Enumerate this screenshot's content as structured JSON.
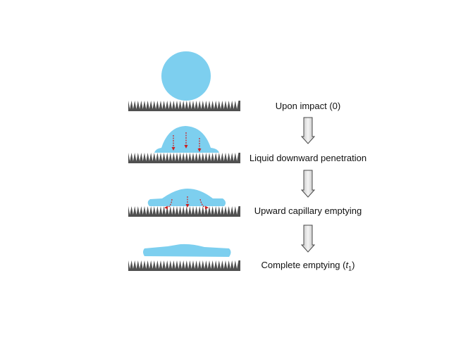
{
  "colors": {
    "liquid": "#7dcfef",
    "substrate": "#505050",
    "flow_arrow": "#cc1f1f",
    "process_arrow_fill": "#d9d9d9",
    "process_arrow_stroke": "#4a4a4a"
  },
  "stages": [
    {
      "label": "Upon impact (0)"
    },
    {
      "label": "Liquid downward penetration"
    },
    {
      "label": "Upward capillary emptying"
    },
    {
      "label_prefix": "Complete emptying (",
      "label_var": "t",
      "label_sub": "1",
      "label_suffix": ")"
    }
  ]
}
